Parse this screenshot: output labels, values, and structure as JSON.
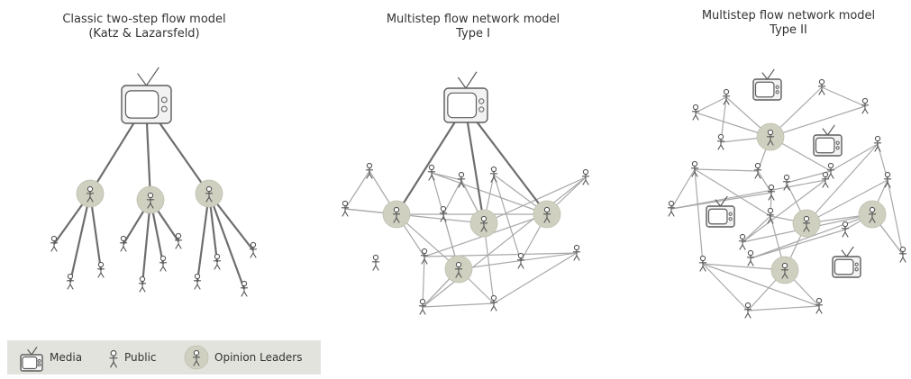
{
  "titles": {
    "panel1_line1": "Classic two-step flow model",
    "panel1_line2": "(Katz & Lazarsfeld)",
    "panel2_line1": "Multistep flow network model",
    "panel2_line2": "Type I",
    "panel3_line1": "Multistep flow network model",
    "panel3_line2": "Type II"
  },
  "legend": {
    "media_label": "Media",
    "public_label": "Public",
    "opinion_leaders_label": "Opinion Leaders"
  },
  "colors": {
    "line": "#7a7a7a",
    "line_light": "#a8a8a8",
    "leader_fill": "#cfd0c0",
    "tv_fill": "#f2f2f2",
    "tv_stroke": "#5c5c5c",
    "stick_stroke": "#555555",
    "legend_bg": "#e3e3de"
  },
  "icons": {
    "media": "tv-icon",
    "public": "stick-figure-icon",
    "opinion_leader": "circled-stick-figure-icon"
  }
}
